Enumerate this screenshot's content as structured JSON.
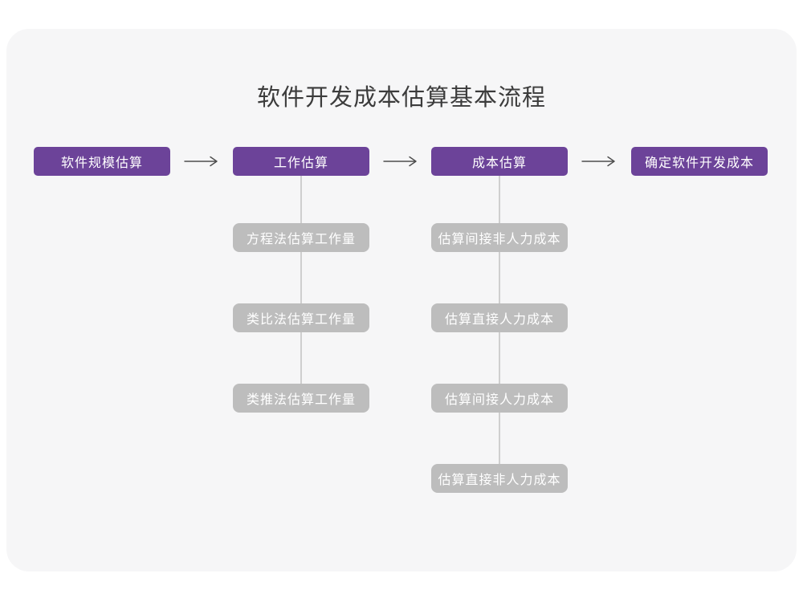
{
  "title": "软件开发成本估算基本流程",
  "colors": {
    "panel_bg": "#F6F6F7",
    "primary_box": "#6C4399",
    "secondary_box": "#BDBDBD",
    "connector_line": "#CFCFCF",
    "arrow": "#4D4D4D",
    "title_text": "#3C3C3C",
    "box_text": "#FFFFFF"
  },
  "flow": {
    "main_steps": [
      {
        "label": "软件规模估算"
      },
      {
        "label": "工作估算"
      },
      {
        "label": "成本估算"
      },
      {
        "label": "确定软件开发成本"
      }
    ],
    "work_estimation_methods": [
      {
        "label": "方程法估算工作量"
      },
      {
        "label": "类比法估算工作量"
      },
      {
        "label": "类推法估算工作量"
      }
    ],
    "cost_estimation_steps": [
      {
        "label": "估算间接非人力成本"
      },
      {
        "label": "估算直接人力成本"
      },
      {
        "label": "估算间接人力成本"
      },
      {
        "label": "估算直接非人力成本"
      }
    ]
  }
}
